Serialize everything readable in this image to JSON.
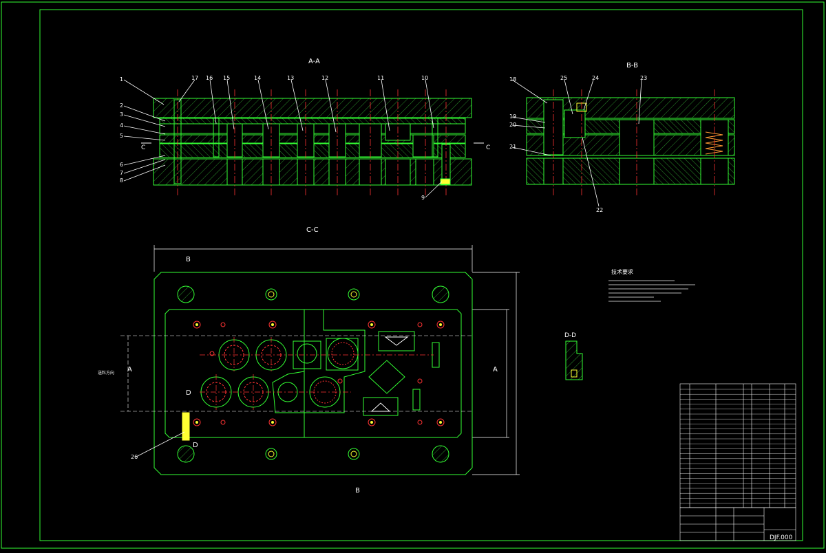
{
  "colors": {
    "background": "#000000",
    "outline": "#33ff33",
    "hatch": "#2b8f2b",
    "centerline": "#ff3333",
    "dimension": "#ffffff",
    "label": "#ffffff",
    "part_fill": "#ffff33"
  },
  "views": {
    "section_aa": "A-A",
    "section_bb": "B-B",
    "section_cc": "C-C",
    "section_dd": "D-D"
  },
  "cut_marks": {
    "a_left": "A",
    "a_right": "A",
    "b_top": "B",
    "b_bottom": "B",
    "c_left": "C",
    "c_right": "C",
    "d_top": "D",
    "d_bottom": "D"
  },
  "balloons_aa": {
    "b1": "1",
    "b2": "2",
    "b3": "3",
    "b4": "4",
    "b5": "5",
    "b6": "6",
    "b7": "7",
    "b8": "8",
    "b9": "9",
    "b10": "10",
    "b11": "11",
    "b12": "12",
    "b13": "13",
    "b14": "14",
    "b15": "15",
    "b16": "16",
    "b17": "17"
  },
  "balloons_bb": {
    "b18": "18",
    "b19": "19",
    "b20": "20",
    "b21": "21",
    "b22": "22",
    "b23": "23",
    "b24": "24",
    "b25": "25"
  },
  "balloon_cc": "26",
  "feed_direction": "送料方向",
  "tech_requirements": {
    "heading": "技术要求"
  },
  "title_block": {
    "drawing_number": "DJF.000"
  }
}
